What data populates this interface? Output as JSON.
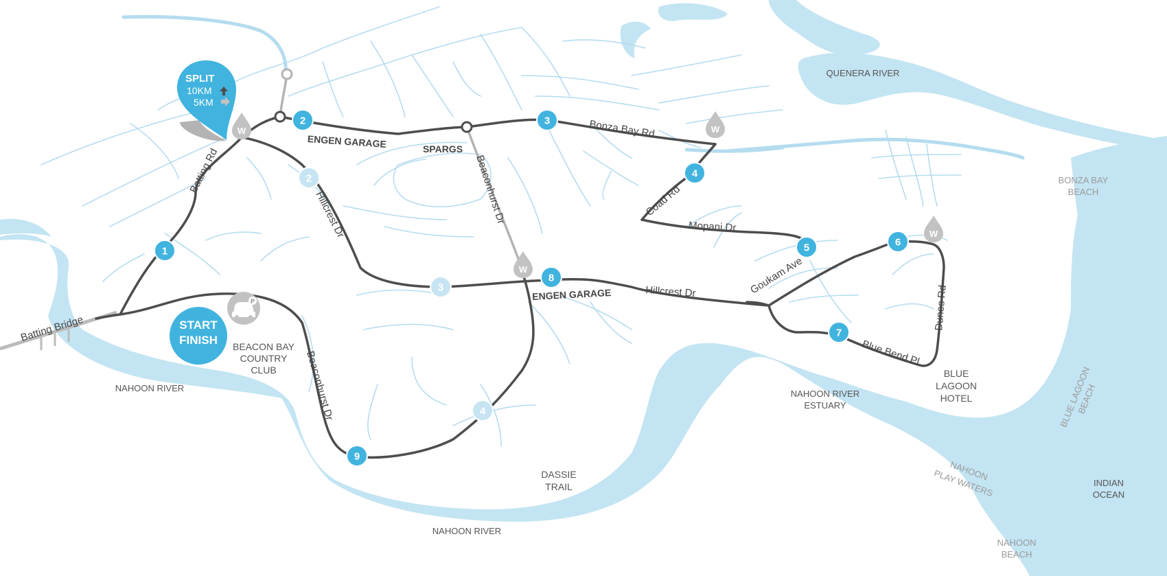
{
  "start_finish": {
    "line1": "START",
    "line2": "FINISH"
  },
  "split": {
    "title": "SPLIT",
    "line_10k": "10KM",
    "line_5k": "5KM"
  },
  "roads": {
    "batting_bridge": "Batting Bridge",
    "batting_rd": "Batting Rd",
    "hillcrest_dr_1": "Hillcrest Dr",
    "hillcrest_dr_2": "Hillcrest Dr",
    "beaconhurst_dr_1": "Beaconhurst Dr",
    "beaconhurst_dr_2": "Beaconhurst Dr",
    "bonza_bay_rd": "Bonza Bay Rd",
    "coad_rd": "Coad Rd",
    "mopani_dr": "Mopani Dr",
    "goukam_ave": "Goukam Ave",
    "blue_bend_pl": "Blue Bend Pl",
    "dunes_rd": "Dunes Rd"
  },
  "places": {
    "engen_garage_1": "ENGEN GARAGE",
    "engen_garage_2": "ENGEN GARAGE",
    "spargs": "SPARGS",
    "beacon_bay_cc": [
      "BEACON BAY",
      "COUNTRY",
      "CLUB"
    ],
    "dassie_trail": [
      "DASSIE",
      "TRAIL"
    ],
    "blue_lagoon_hotel": [
      "BLUE",
      "LAGOON",
      "HOTEL"
    ]
  },
  "water": {
    "quenera_river": "QUENERA RIVER",
    "nahoon_river_1": "NAHOON RIVER",
    "nahoon_river_2": "NAHOON RIVER",
    "nahoon_river_estuary": [
      "NAHOON RIVER",
      "ESTUARY"
    ],
    "indian_ocean": [
      "INDIAN",
      "OCEAN"
    ],
    "bonza_bay_beach": [
      "BONZA BAY",
      "BEACH"
    ],
    "blue_lagoon_beach": [
      "BLUE LAGOON",
      "BEACH"
    ],
    "nahoon_play_waters": [
      "NAHOON",
      "PLAY WATERS"
    ],
    "nahoon_beach": [
      "NAHOON",
      "BEACH"
    ]
  },
  "markers_10k": [
    "1",
    "2",
    "3",
    "4",
    "5",
    "6",
    "7",
    "8",
    "9"
  ],
  "markers_5k": [
    "2",
    "3",
    "4"
  ],
  "water_point_letter": "W",
  "colors": {
    "route": "#4d4d4d",
    "route_5k": "#b3b3b3",
    "water": "#c3e4f2",
    "streets": "#b5dcef",
    "marker": "#41b3df",
    "marker_5k": "#c7e4f3",
    "water_point": "#c2c2c2"
  }
}
